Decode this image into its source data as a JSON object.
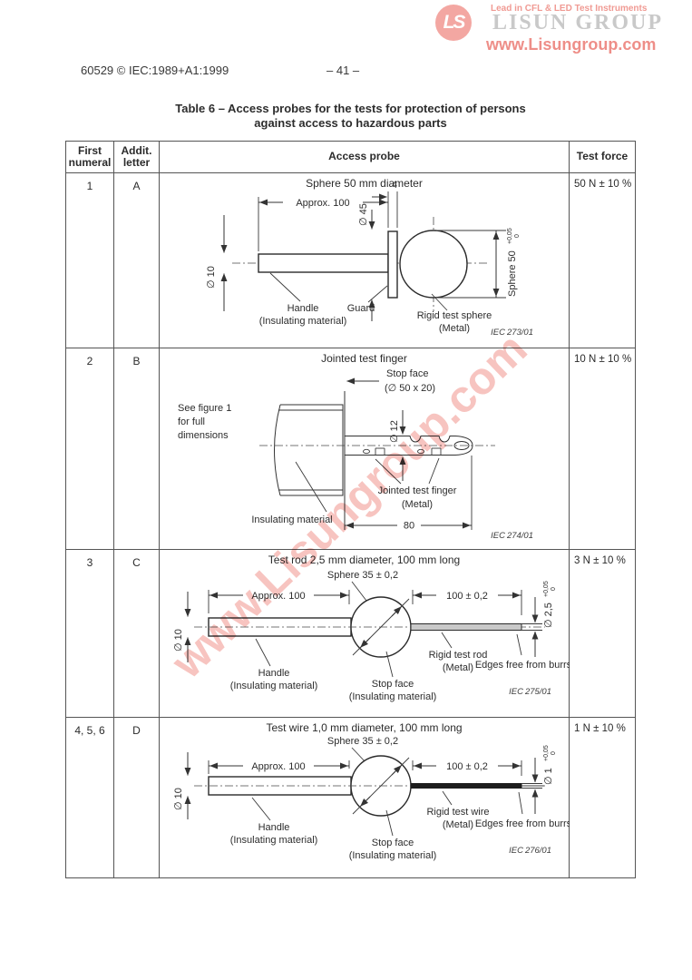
{
  "colors": {
    "logo_pink": "#f3a7a2",
    "logo_gray": "#c9c9c9",
    "watermark_pink": "#f0948c",
    "line_gray": "#555555"
  },
  "logo": {
    "monogram": "LS",
    "tagline": "Lead in CFL & LED Test Instruments",
    "name": "LISUN GROUP",
    "url": "www.Lisungroup.com"
  },
  "header": {
    "doc": "60529 © IEC:1989+A1:1999",
    "page": "– 41 –"
  },
  "title": {
    "line1": "Table 6 – Access probes for the tests for protection of persons",
    "line2": "against access to hazardous parts"
  },
  "watermark": {
    "text": "www.Lisungroup.com"
  },
  "columns": {
    "col1_l1": "First",
    "col1_l2": "numeral",
    "col2_l1": "Addit.",
    "col2_l2": "letter",
    "col3": "Access probe",
    "col4": "Test force"
  },
  "rows": [
    {
      "numeral": "1",
      "letter": "A",
      "caption": "Sphere 50 mm diameter",
      "force": "50 N ± 10 %",
      "fig_label": "IEC",
      "fig_num": "273/01"
    },
    {
      "numeral": "2",
      "letter": "B",
      "caption": "Jointed test finger",
      "force": "10 N ± 10 %",
      "fig_label": "IEC",
      "fig_num": "274/01"
    },
    {
      "numeral": "3",
      "letter": "C",
      "caption": "Test rod 2,5 mm diameter, 100 mm long",
      "force": "3 N ± 10 %",
      "fig_label": "IEC",
      "fig_num": "275/01"
    },
    {
      "numeral": "4, 5, 6",
      "letter": "D",
      "caption": "Test wire 1,0 mm diameter, 100 mm long",
      "force": "1 N ± 10 %",
      "fig_label": "IEC",
      "fig_num": "276/01"
    }
  ],
  "d1": {
    "approx_100": "Approx. 100",
    "dim_4": "4",
    "dia_45": "∅ 45",
    "dia_10": "∅ 10",
    "sphere_dim": "Sphere 50",
    "tol_plus": "+0,05",
    "tol_zero": "0",
    "handle_l1": "Handle",
    "handle_l2": "(Insulating material)",
    "guard": "Guard",
    "sphere_l1": "Rigid test sphere",
    "sphere_l2": "(Metal)"
  },
  "d2": {
    "stop_l1": "Stop face",
    "stop_l2": "(∅ 50 x 20)",
    "see_l1": "See figure 1",
    "see_l2": "for full",
    "see_l3": "dimensions",
    "dia_12": "∅ 12",
    "finger_l1": "Jointed test finger",
    "finger_l2": "(Metal)",
    "insulating": "Insulating material",
    "dim_80": "80"
  },
  "d3": {
    "sphere_dim": "Sphere 35 ± 0,2",
    "approx_100": "Approx. 100",
    "dim_100": "100 ± 0,2",
    "dia_10": "∅ 10",
    "dia_rod": "∅ 2,5",
    "tol_plus": "+0,05",
    "tol_zero": "0",
    "handle_l1": "Handle",
    "handle_l2": "(Insulating material)",
    "stop_l1": "Stop face",
    "stop_l2": "(Insulating material)",
    "rigid_l1": "Rigid test rod",
    "rigid_l2": "(Metal)",
    "edges": "Edges free from burrs"
  },
  "d4": {
    "sphere_dim": "Sphere 35 ± 0,2",
    "approx_100": "Approx. 100",
    "dim_100": "100 ± 0,2",
    "dia_10": "∅ 10",
    "dia_rod": "∅ 1",
    "tol_plus": "+0,05",
    "tol_zero": "0",
    "handle_l1": "Handle",
    "handle_l2": "(Insulating material)",
    "stop_l1": "Stop face",
    "stop_l2": "(Insulating material)",
    "rigid_l1": "Rigid test wire",
    "rigid_l2": "(Metal)",
    "edges": "Edges free from burrs"
  }
}
